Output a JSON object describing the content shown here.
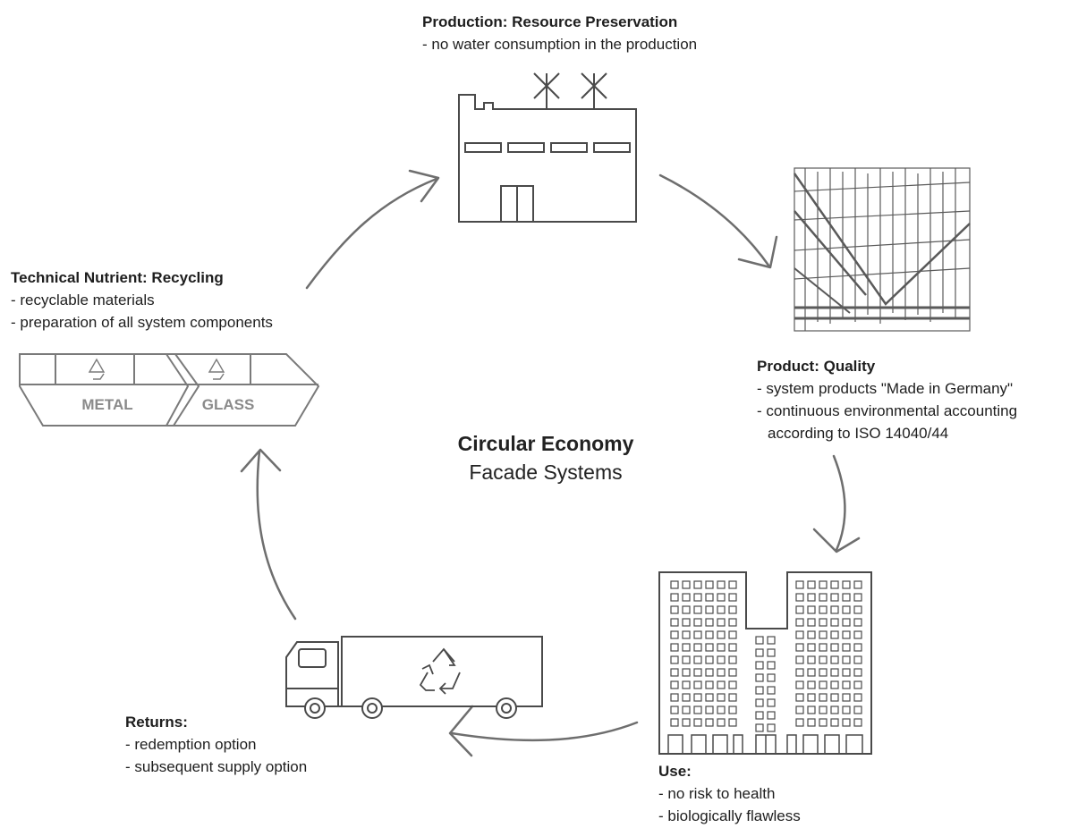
{
  "center": {
    "line1": "Circular Economy",
    "line2": "Facade Systems"
  },
  "stages": {
    "production": {
      "title": "Production: Resource Preservation",
      "lines": [
        "- no water consumption in the production"
      ]
    },
    "product": {
      "title": "Product: Quality",
      "lines": [
        "- system products \"Made in Germany\"",
        "- continuous environmental accounting",
        "according to ISO 14040/44"
      ]
    },
    "use": {
      "title": "Use:",
      "lines": [
        "- no risk to health",
        "- biologically flawless"
      ]
    },
    "returns": {
      "title": "Returns:",
      "lines": [
        "- redemption option",
        "- subsequent supply option"
      ]
    },
    "recycling": {
      "title": "Technical Nutrient: Recycling",
      "lines": [
        "- recyclable materials",
        "- preparation of all system components"
      ]
    }
  },
  "bins": {
    "left": "METAL",
    "right": "GLASS"
  },
  "icons": [
    "factory-icon",
    "facade-icon",
    "building-icon",
    "truck-icon",
    "recycling-bin-icon",
    "recycle-symbol-icon",
    "cycle-arrow-icon"
  ],
  "colors": {
    "line": "#6e6e6e",
    "text": "#1e1e1e",
    "label": "#8a8a8a"
  }
}
